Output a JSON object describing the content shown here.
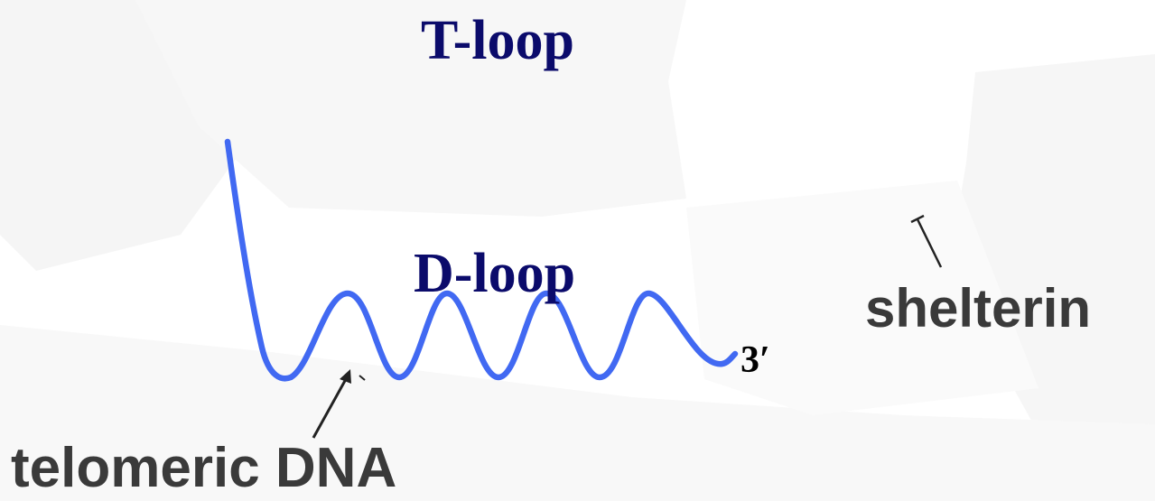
{
  "colors": {
    "strand": "#4169f2",
    "loop_label": "#0b0b6b",
    "caption": "#3a3a3a",
    "three_prime": "#000000",
    "arrow": "#222222",
    "background_shade": "#f3f3f3"
  },
  "labels": {
    "t_loop": "T-loop",
    "d_loop": "D-loop",
    "three_prime": "3′",
    "shelterin": "shelterin",
    "telomeric_dna": "telomeric DNA"
  }
}
